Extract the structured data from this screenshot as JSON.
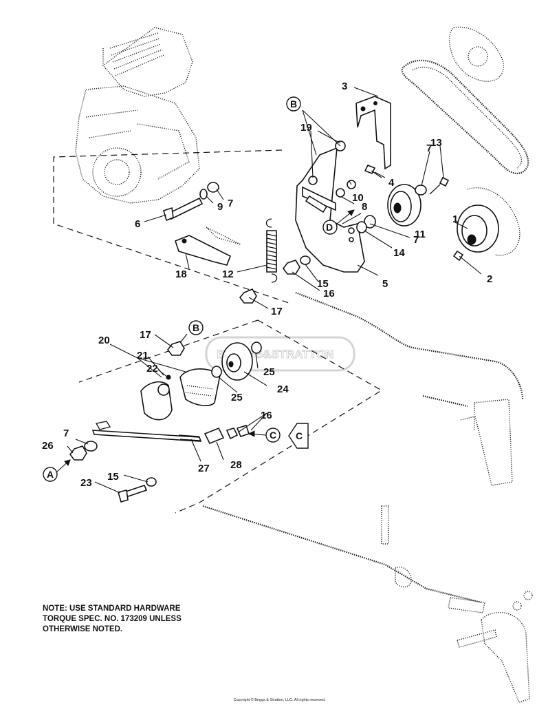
{
  "labels": {
    "l1": "1",
    "l2": "2",
    "l3": "3",
    "l4": "4",
    "l5": "5",
    "l6": "6",
    "l7a": "7",
    "l7b": "7",
    "l7c": "7",
    "l7d": "7",
    "l8": "8",
    "l9": "9",
    "l10": "10",
    "l11": "11",
    "l12": "12",
    "l13": "13",
    "l14": "14",
    "l15a": "15",
    "l15b": "15",
    "l16a": "16",
    "l16b": "16",
    "l17a": "17",
    "l17b": "17",
    "l18": "18",
    "l19": "19",
    "l20": "20",
    "l21": "21",
    "l22": "22",
    "l23": "23",
    "l24": "24",
    "l25a": "25",
    "l25b": "25",
    "l26": "26",
    "l27": "27",
    "l28": "28"
  },
  "callouts": {
    "b_top": "B",
    "b_mid": "B",
    "d": "D",
    "c": "C",
    "a": "A",
    "c_arrow": "C"
  },
  "watermark": "BRIGGS&STRATTON",
  "note_lines": [
    "NOTE: USE STANDARD HARDWARE",
    "TORQUE SPEC. NO. 173209 UNLESS",
    "OTHERWISE NOTED."
  ],
  "copyright": "Copyright © Briggs & Stratton, LLC. All rights reserved."
}
